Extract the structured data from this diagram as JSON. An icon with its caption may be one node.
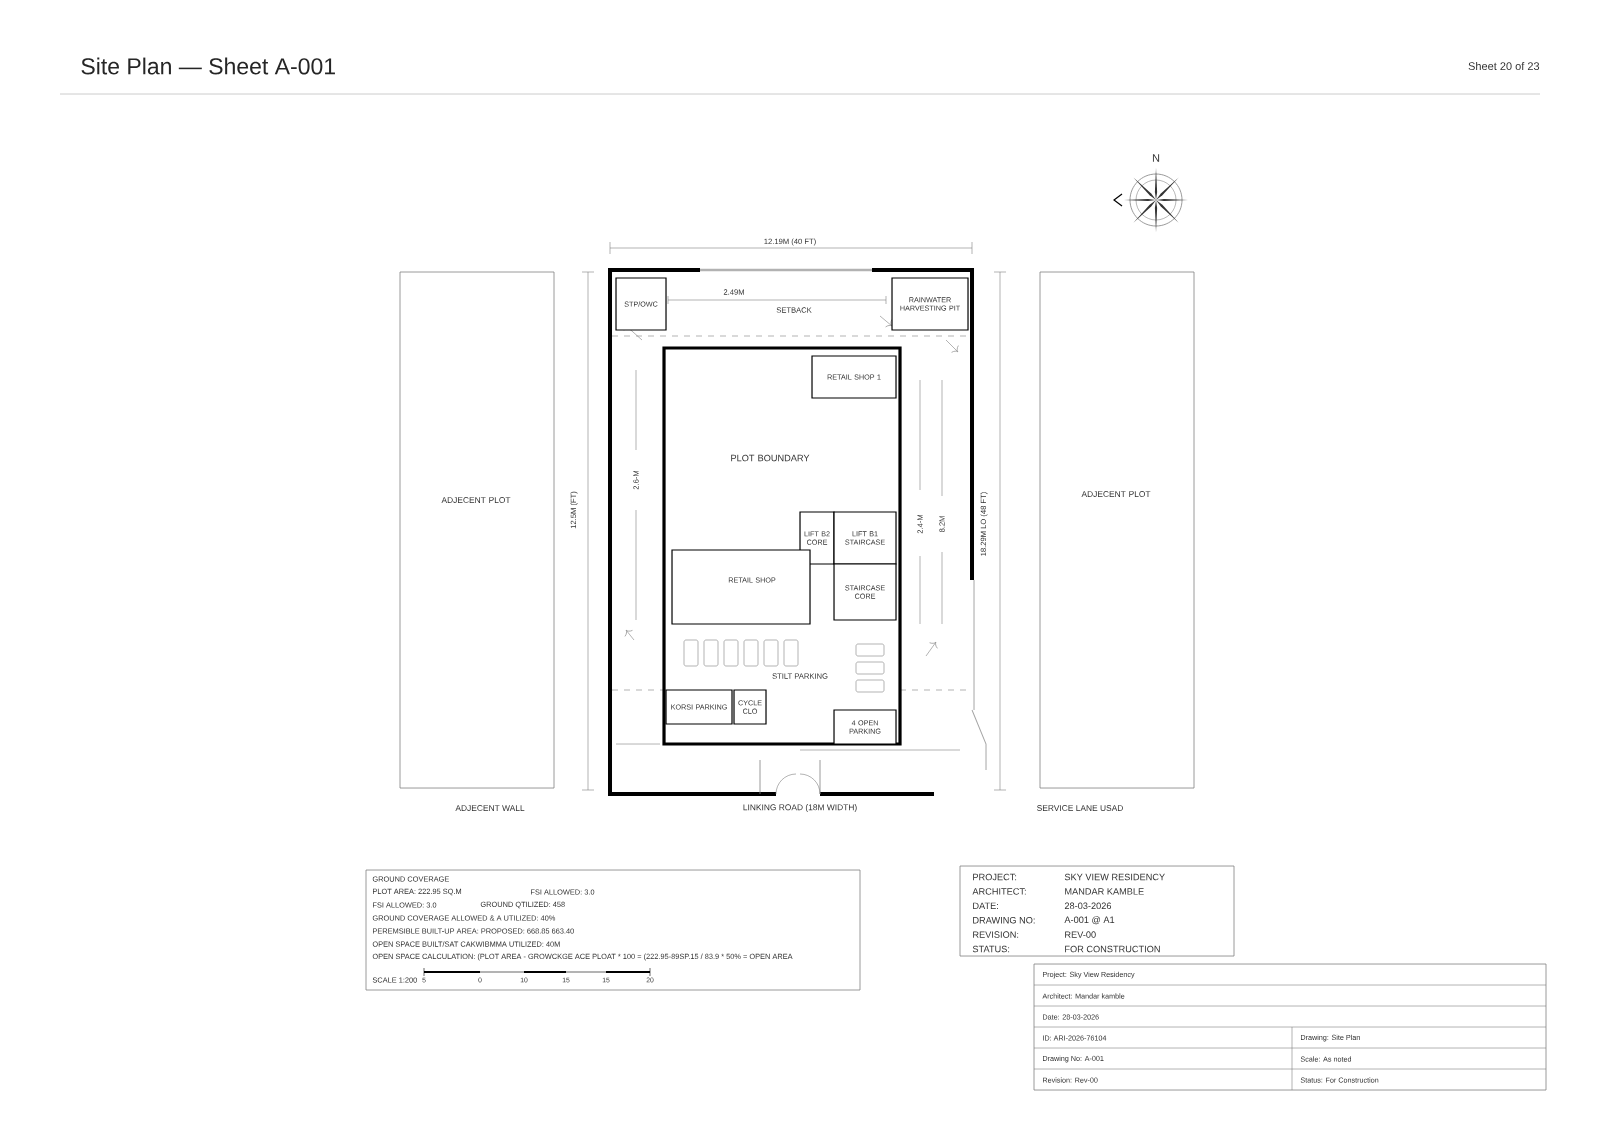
{
  "diagram": {
    "title": "Site Plan — Sheet A-001",
    "nodes": [
      {
        "text": [
          "ADJECENT PLOT"
        ]
      },
      {
        "text": [
          "ADJECENT PLOT"
        ]
      },
      {
        "text": [
          "STP/OWC"
        ]
      },
      {
        "text": [
          "RAINWATER HARVESTING PIT"
        ]
      },
      {
        "text": [
          "PLOT BOUNDARY"
        ]
      },
      {
        "text": [
          "RETAIL SHOP 1"
        ],
        "in": 4
      },
      {
        "text": [
          "LIFT B2 CORE"
        ],
        "in": 4
      },
      {
        "text": [
          "LIFT B1 STAIRCASE"
        ],
        "in": 4
      },
      {
        "text": [
          "RETAIL SHOP"
        ],
        "in": 4
      },
      {
        "text": [
          "STAIRCASE CORE"
        ],
        "in": 4
      },
      {
        "text": [
          "KORSI PARKING"
        ],
        "in": 4
      },
      {
        "text": [
          "CYCLE CLO"
        ],
        "in": 4
      },
      {
        "text": [
          "4 OPEN PARKING"
        ],
        "in": 4
      }
    ],
    "labels": [
      "Sheet 20 of 23",
      "N",
      "12.19M (40 FT)",
      "2.49M",
      "SETBACK",
      "2.6-M",
      "2.4-M",
      "8.2M",
      "18.29M LO (48 FT)",
      "12.5M (FT)",
      "STILT PARKING",
      "ADJECENT WALL",
      "LINKING ROAD (18M WIDTH)",
      "SERVICE LANE USAD",
      "GROUND COVERAGE",
      "PLOT AREA: 222.95 SQ.M",
      "FSI ALLOWED: 3.0",
      "FSI ALLOWED: 3.0",
      "GROUND QTILIZED: 458",
      "GROUND COVERAGE ALLOWED & A UTILIZED: 40%",
      "PEREMSIBLE BUILT-UP AREA: PROPOSED: 668.85 663.40",
      "OPEN SPACE BUILT/SAT CAKWIBMMA UTILIZED: 40M",
      "OPEN SPACE CALCULATION: (PLOT AREA - GROWCKGE ACE PLOAT * 100 = (222.95-89SP.15 / 83.9 * 50% = OPEN AREA",
      "SCALE 1:200",
      "5",
      "0",
      "10",
      "15",
      "15",
      "20",
      "PROJECT:",
      "SKY VIEW RESIDENCY",
      "ARCHITECT:",
      "MANDAR KAMBLE",
      "DATE:",
      "28-03-2026",
      "DRAWING NO:",
      "A-001 @ A1",
      "REVISION:",
      "REV-00",
      "STATUS:",
      "FOR CONSTRUCTION",
      "Project: Sky View Residency",
      "Architect: Mandar kamble",
      "Date: 28-03-2026",
      "ID: ARI-2026-76104",
      "Drawing: Site Plan",
      "Drawing No: A-001",
      "Scale: As noted",
      "Revision: Rev-00",
      "Status: For Construction"
    ]
  }
}
